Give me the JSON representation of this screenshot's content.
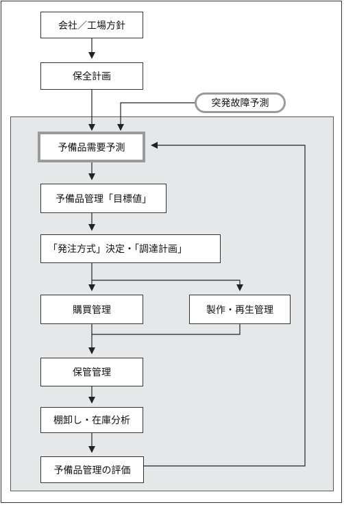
{
  "nodes": {
    "policy": "会社／工場方針",
    "maintenance_plan": "保全計画",
    "failure_forecast": "突発故障予測",
    "demand_forecast": "予備品需要予測",
    "target": "予備品管理「目標値」",
    "ordering": "「発注方式」決定・「調達計画」",
    "purchase": "購買管理",
    "manufacture": "製作・再生管理",
    "storage": "保管管理",
    "inventory": "棚卸し・在庫分析",
    "evaluation": "予備品管理の評価"
  },
  "colors": {
    "panel": "#e6e7e9",
    "highlight_border": "#9a9a9a",
    "line": "#222222"
  }
}
